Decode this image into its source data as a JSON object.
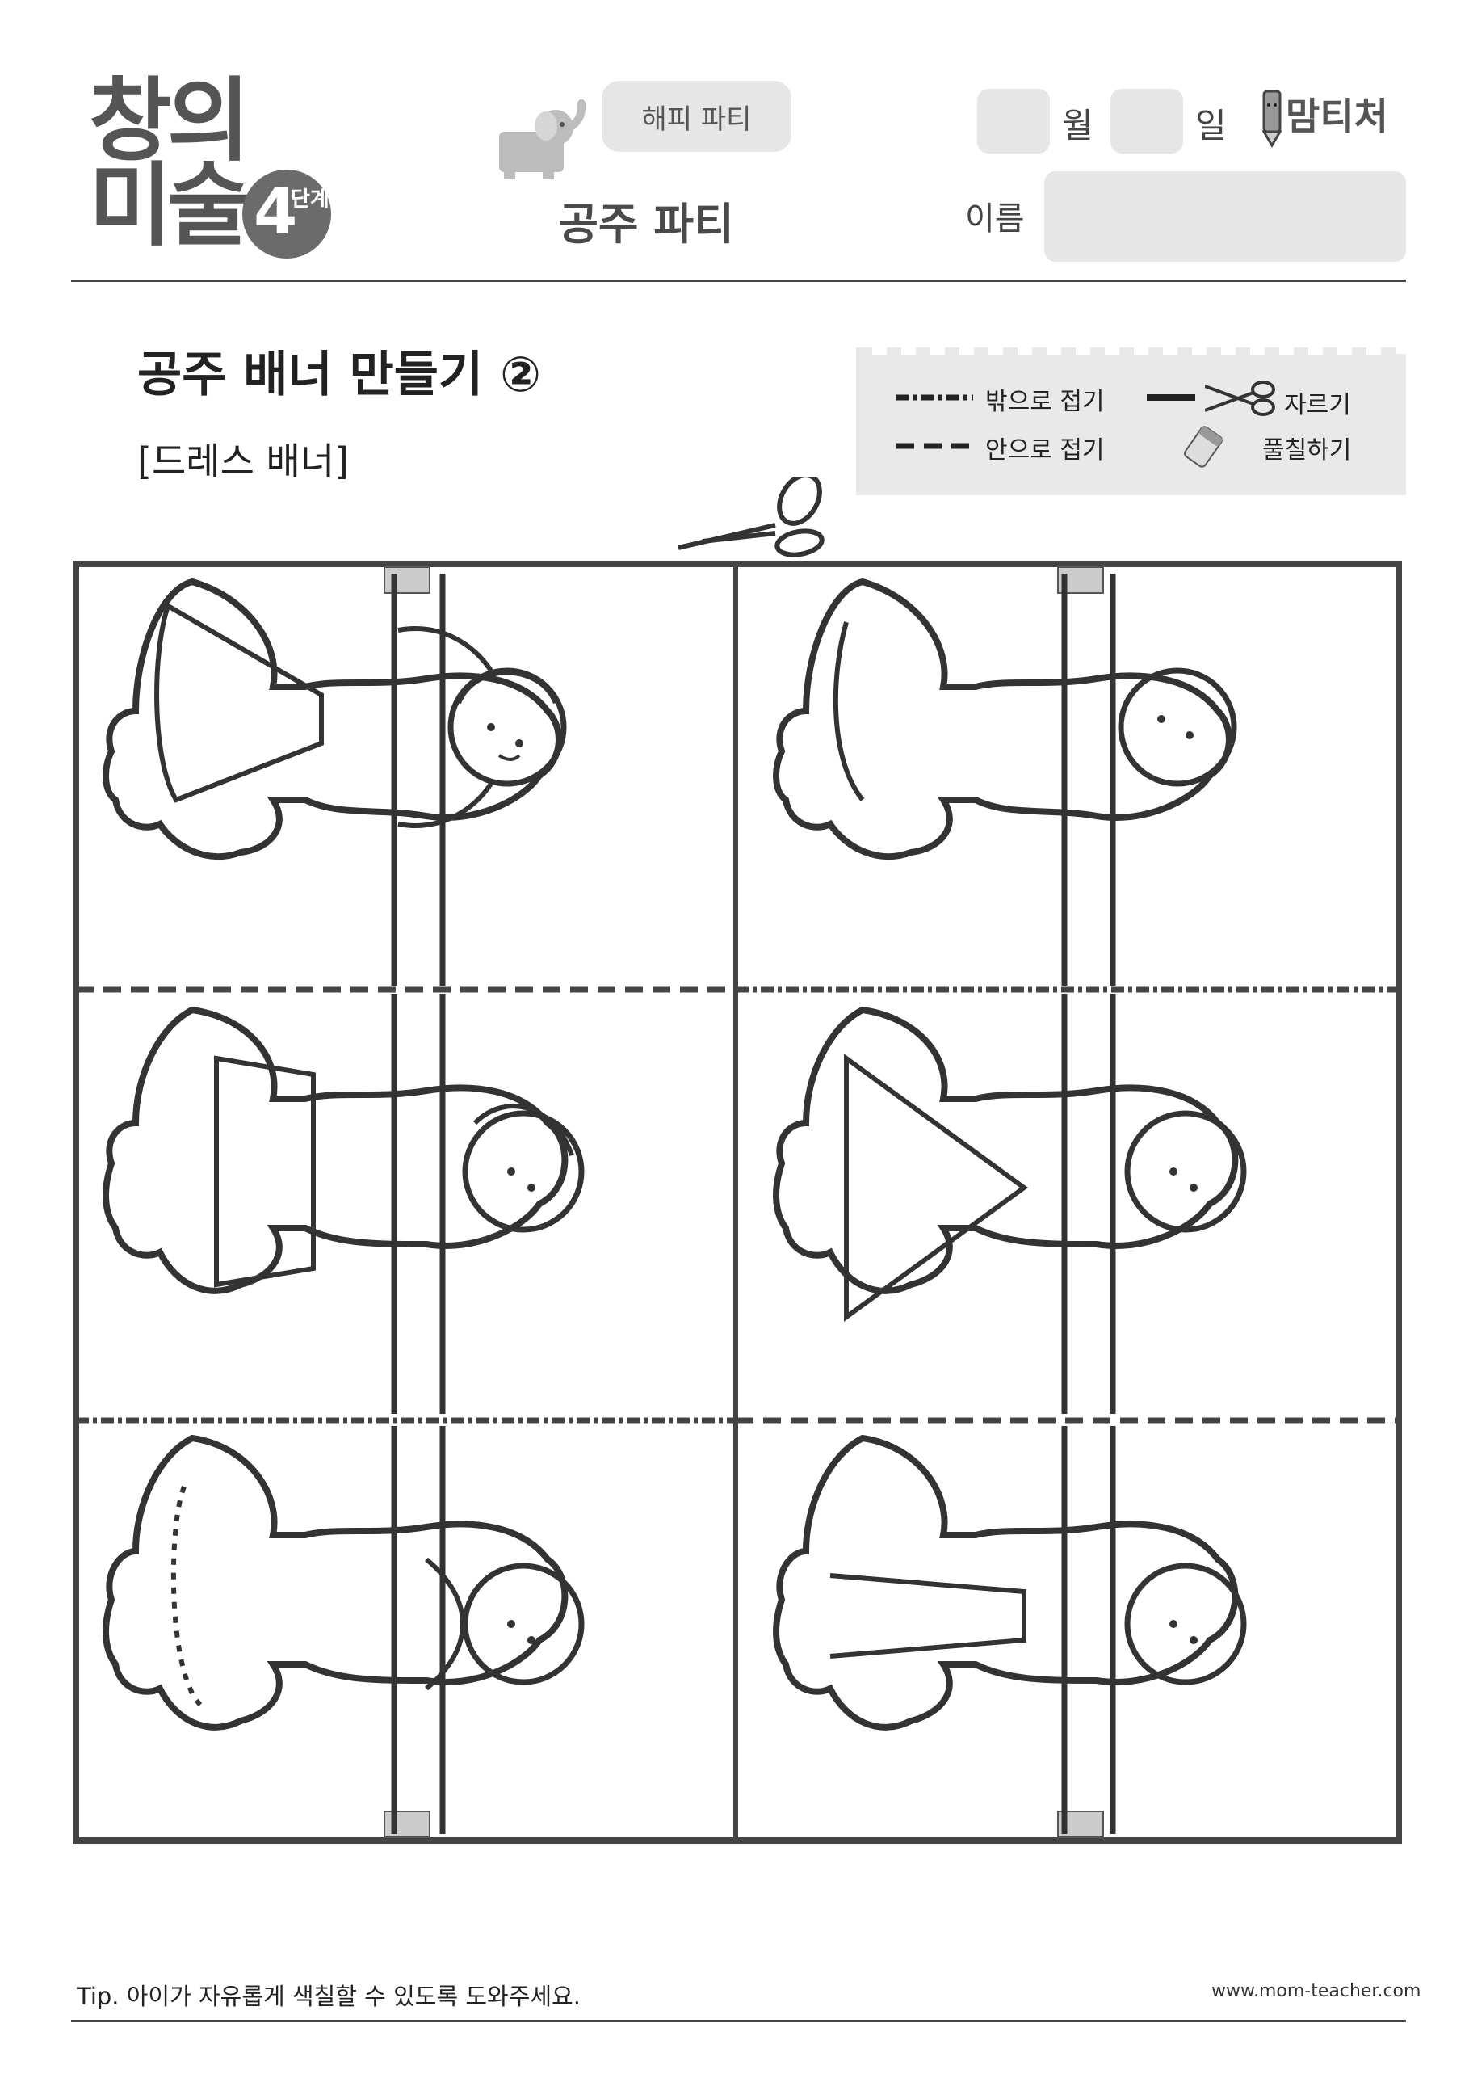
{
  "header": {
    "logo_text_top": "창의",
    "logo_text_bottom": "미술",
    "stage_num": "4",
    "stage_label": "단계",
    "category_pill": "해피 파티",
    "subtitle": "공주 파티",
    "month_label": "월",
    "day_label": "일",
    "brand": "맘티처",
    "name_label": "이름"
  },
  "content": {
    "title": "공주 배너 만들기 ②",
    "subtitle": "[드레스 배너]"
  },
  "legend": {
    "fold_out": "밖으로 접기",
    "fold_in": "안으로 접기",
    "cut": "자르기",
    "glue": "풀칠하기"
  },
  "footer": {
    "tip": "Tip. 아이가 자유롭게 색칠할 수 있도록 도와주세요.",
    "url": "www.mom-teacher.com"
  },
  "icons": [
    "elephant-icon",
    "scissors-icon",
    "glue-stick-icon",
    "pencil-mascot-icon"
  ]
}
